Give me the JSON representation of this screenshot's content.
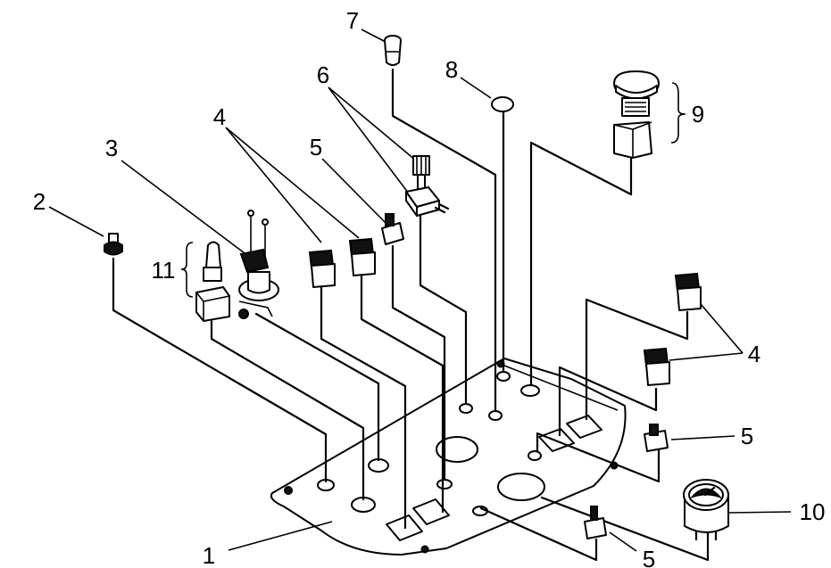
{
  "diagram": {
    "callouts": {
      "c1": "1",
      "c2": "2",
      "c3": "3",
      "c4a": "4",
      "c4b": "4",
      "c5a": "5",
      "c5b": "5",
      "c5c": "5",
      "c6": "6",
      "c7": "7",
      "c8": "8",
      "c9": "9",
      "c10": "10",
      "c11": "11"
    }
  }
}
